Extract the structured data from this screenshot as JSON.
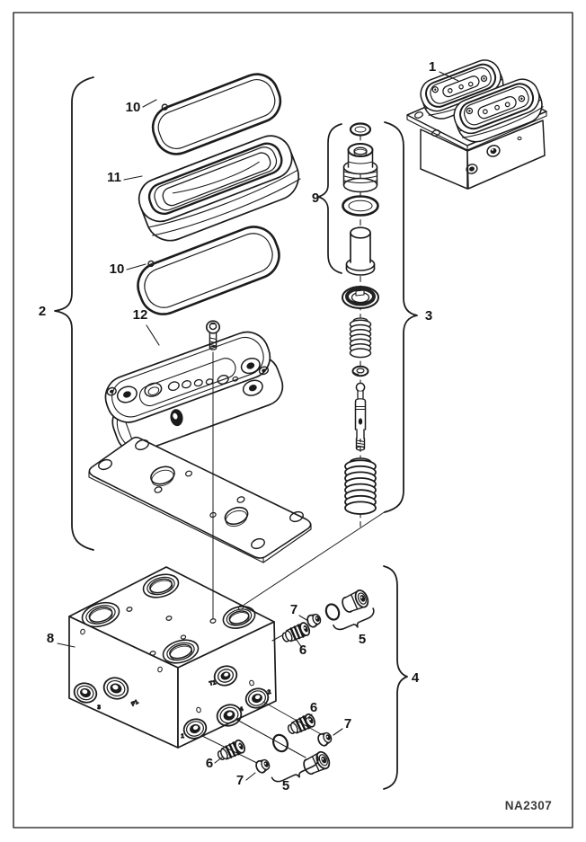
{
  "diagram": {
    "drawing_code": "NA2307",
    "parts": {
      "p1": "1",
      "p2": "2",
      "p3": "3",
      "p4": "4",
      "p5": "5",
      "p6": "6",
      "p7": "7",
      "p8": "8",
      "p9": "9",
      "p10": "10",
      "p11": "11",
      "p12": "12"
    },
    "port_labels": {
      "t1": "T1",
      "p1": "P1",
      "port1": "1",
      "port2": "2",
      "port3": "3",
      "port4": "4"
    }
  }
}
